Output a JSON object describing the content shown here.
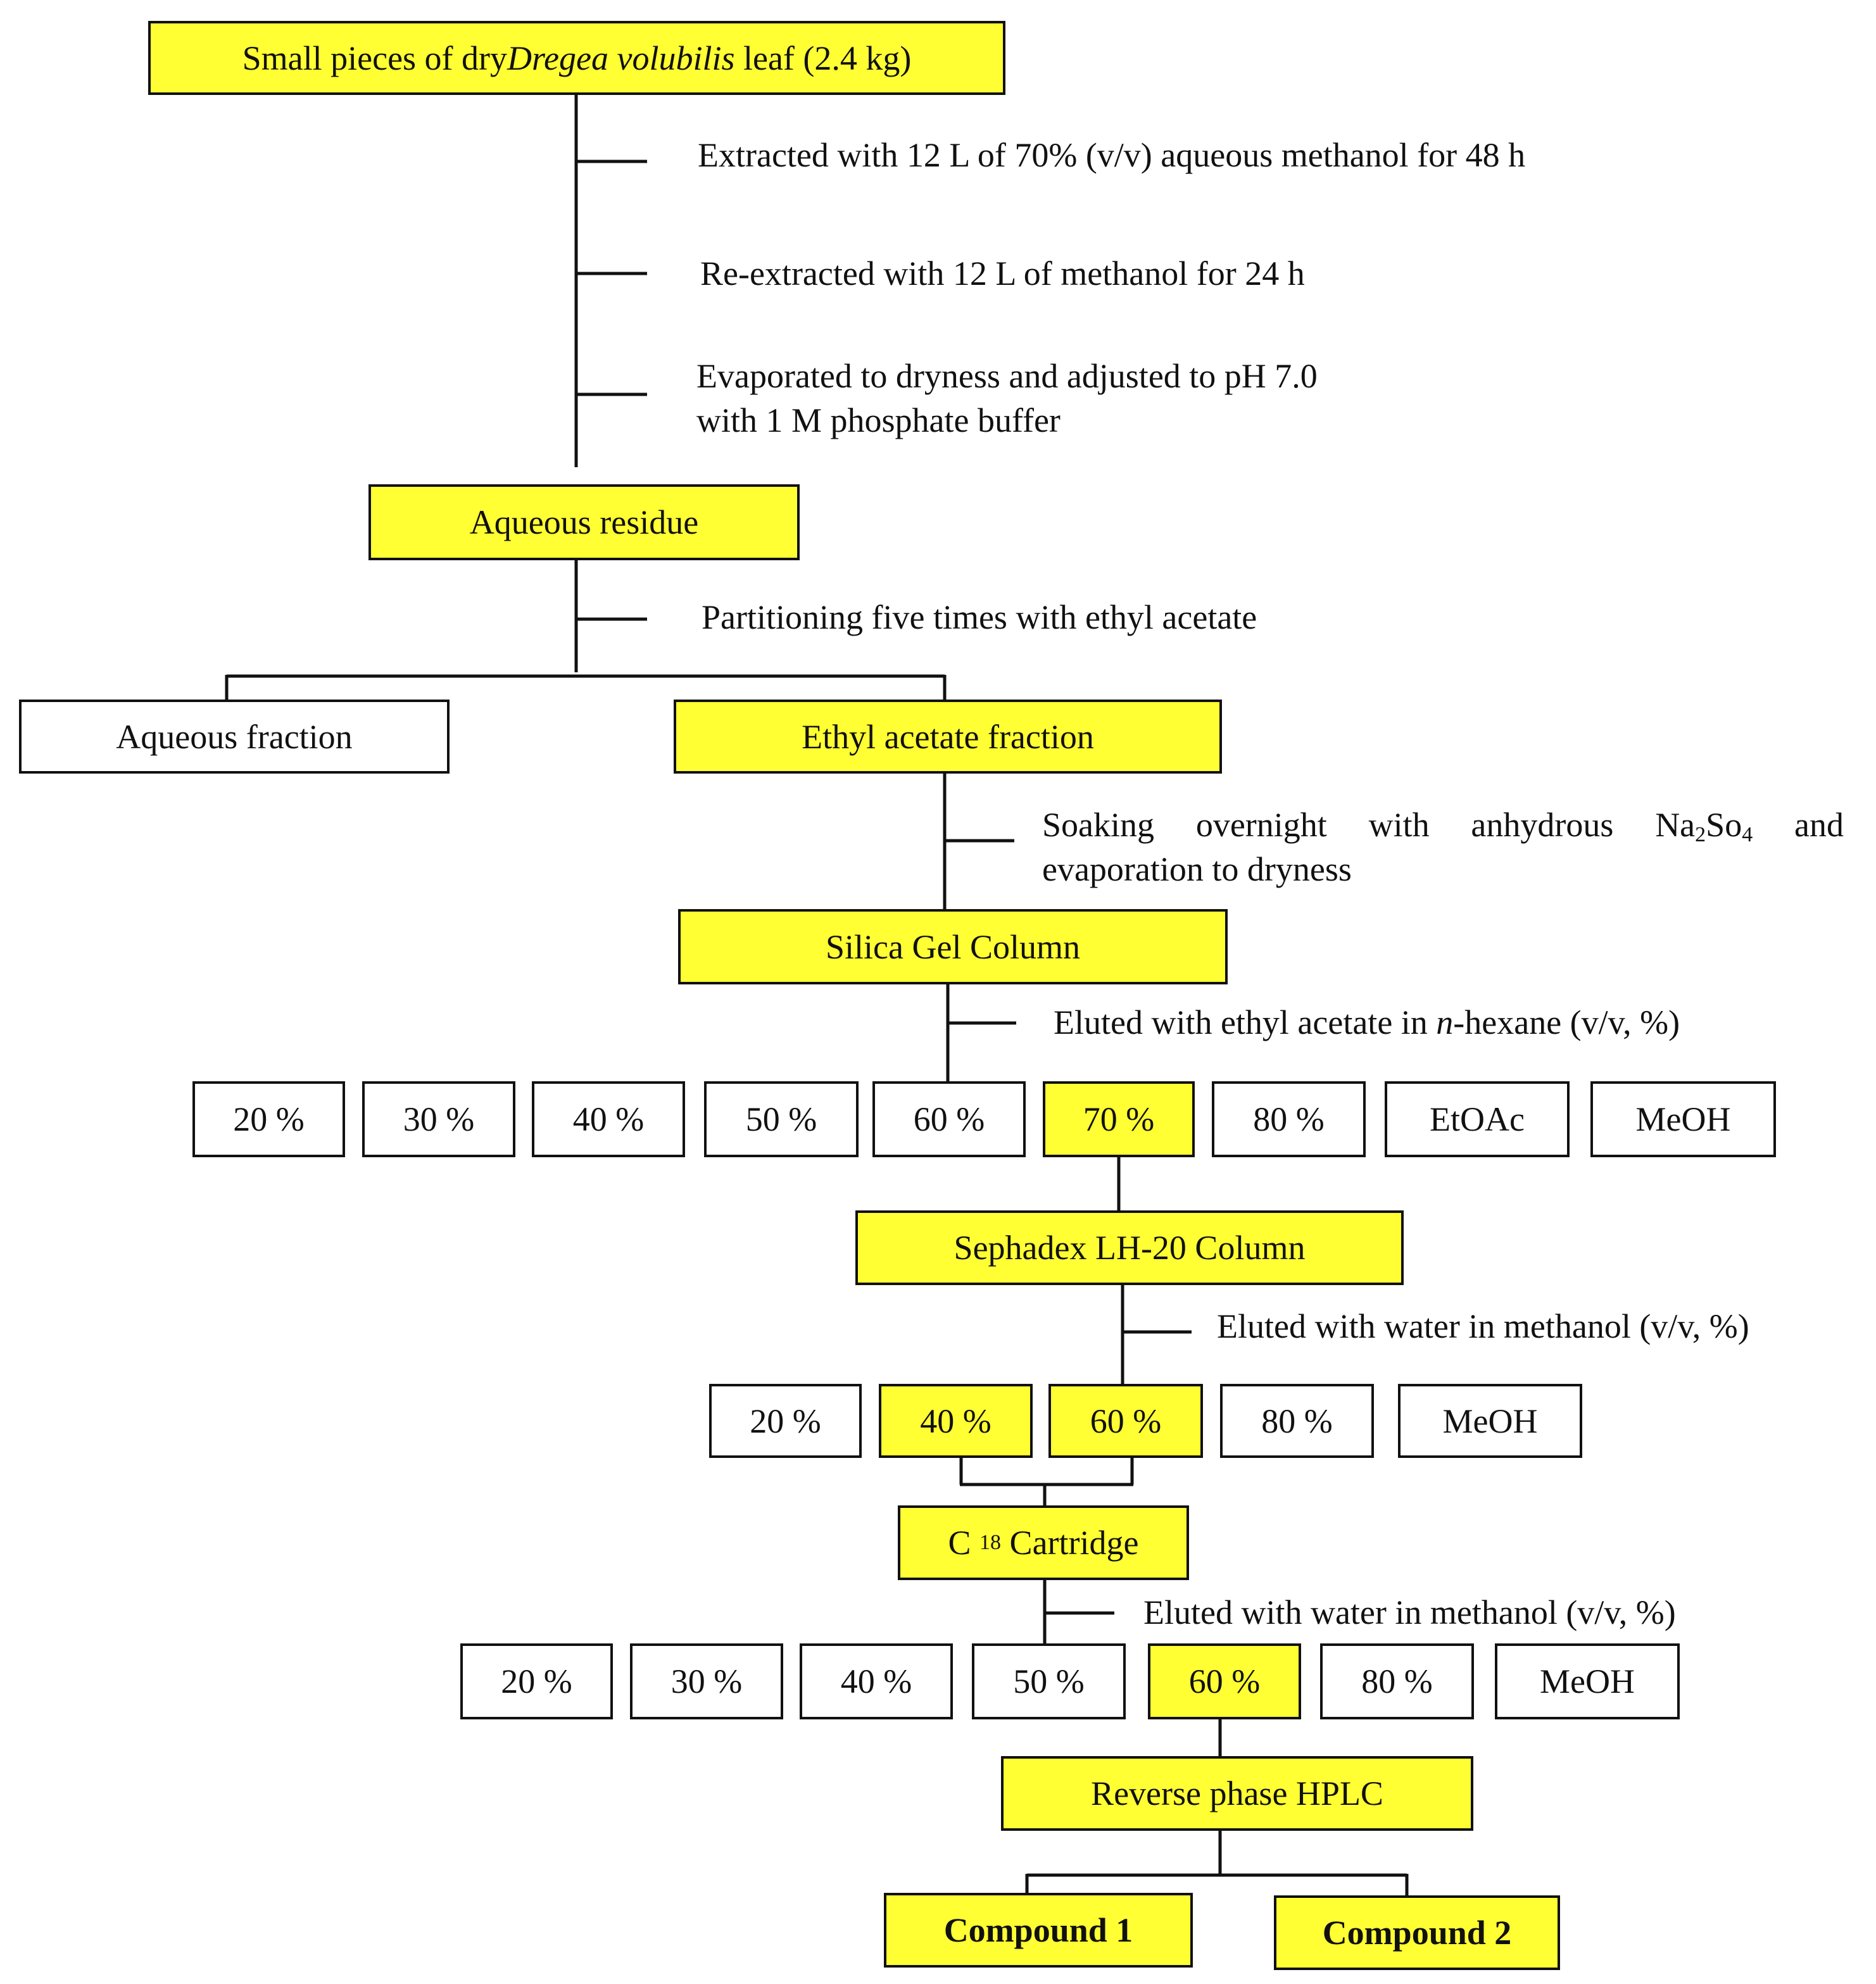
{
  "colors": {
    "highlight": "#ffff33",
    "stroke": "#111111"
  },
  "nodes": {
    "leaf": {
      "pre": "Small pieces of dry ",
      "italic": "Dregea volubilis",
      "post": " leaf (2.4 kg)"
    },
    "aqueous_residue": "Aqueous residue",
    "aqueous_fraction": "Aqueous fraction",
    "ethyl_acetate_fraction": "Ethyl acetate fraction",
    "silica_gel_column": "Silica Gel Column",
    "sephadex_column": "Sephadex LH-20 Column",
    "c18_cartridge": {
      "pre": "C ",
      "sub": "18",
      "post": " Cartridge"
    },
    "hplc": "Reverse phase HPLC",
    "compound1": "Compound 1",
    "compound2": "Compound 2"
  },
  "steps": {
    "extract1": "Extracted with 12 L of 70% (v/v) aqueous methanol for 48 h",
    "extract2": "Re-extracted with 12 L of methanol for 24 h",
    "evaporate_line1": "Evaporated to dryness and adjusted to pH 7.0",
    "evaporate_line2": "with 1 M phosphate buffer",
    "partition": "Partitioning five times with ethyl acetate",
    "soak": {
      "pre": "Soaking overnight with anhydrous Na",
      "sub1": "2",
      "mid": "So",
      "sub2": "4",
      "post": " and evaporation to dryness"
    },
    "silica_elute": {
      "pre": "Eluted with ethyl acetate in ",
      "italic": "n",
      "post": "-hexane (v/v, %)"
    },
    "sephadex_elute": "Eluted with water in methanol (v/v, %)",
    "c18_elute": "Eluted with water in methanol (v/v, %)"
  },
  "silica_fractions": [
    {
      "label": "20 %",
      "highlight": false
    },
    {
      "label": "30 %",
      "highlight": false
    },
    {
      "label": "40 %",
      "highlight": false
    },
    {
      "label": "50 %",
      "highlight": false
    },
    {
      "label": "60 %",
      "highlight": false
    },
    {
      "label": "70 %",
      "highlight": true
    },
    {
      "label": "80 %",
      "highlight": false
    },
    {
      "label": "EtOAc",
      "highlight": false
    },
    {
      "label": "MeOH",
      "highlight": false
    }
  ],
  "sephadex_fractions": [
    {
      "label": "20 %",
      "highlight": false
    },
    {
      "label": "40 %",
      "highlight": true
    },
    {
      "label": "60 %",
      "highlight": true
    },
    {
      "label": "80 %",
      "highlight": false
    },
    {
      "label": "MeOH",
      "highlight": false
    }
  ],
  "c18_fractions": [
    {
      "label": "20 %",
      "highlight": false
    },
    {
      "label": "30 %",
      "highlight": false
    },
    {
      "label": "40 %",
      "highlight": false
    },
    {
      "label": "50 %",
      "highlight": false
    },
    {
      "label": "60 %",
      "highlight": true
    },
    {
      "label": "80 %",
      "highlight": false
    },
    {
      "label": "MeOH",
      "highlight": false
    }
  ]
}
